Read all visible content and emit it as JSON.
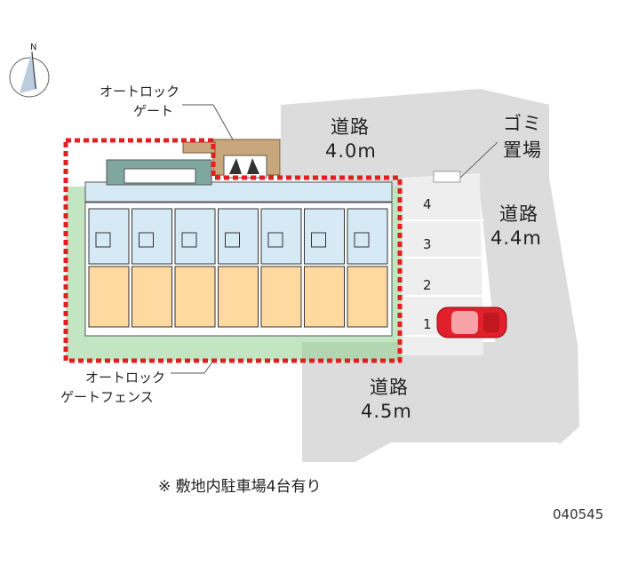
{
  "labels": {
    "road_top": "道路",
    "road_top_width": "4.0m",
    "road_right": "道路",
    "road_right_width": "4.4m",
    "road_bottom": "道路",
    "road_bottom_width": "4.5m",
    "garbage_line1": "ゴミ",
    "garbage_line2": "置場",
    "autolock_gate_line1": "オートロック",
    "autolock_gate_line2": "ゲート",
    "autolock_fence_line1": "オートロック",
    "autolock_fence_line2": "ゲートフェンス",
    "compass": "N"
  },
  "parking_slots": [
    "4",
    "3",
    "2",
    "1"
  ],
  "caption": "※ 敷地内駐車場4台有り",
  "code": "040545",
  "colors": {
    "road": "#dcdcdc",
    "building_roof": "#d6eaf5",
    "floor": "#ffd9a0",
    "fence": "#e02020",
    "hedge": "#7fbf7f",
    "gate_brick": "#c9a77c",
    "car": "#e0202a"
  }
}
